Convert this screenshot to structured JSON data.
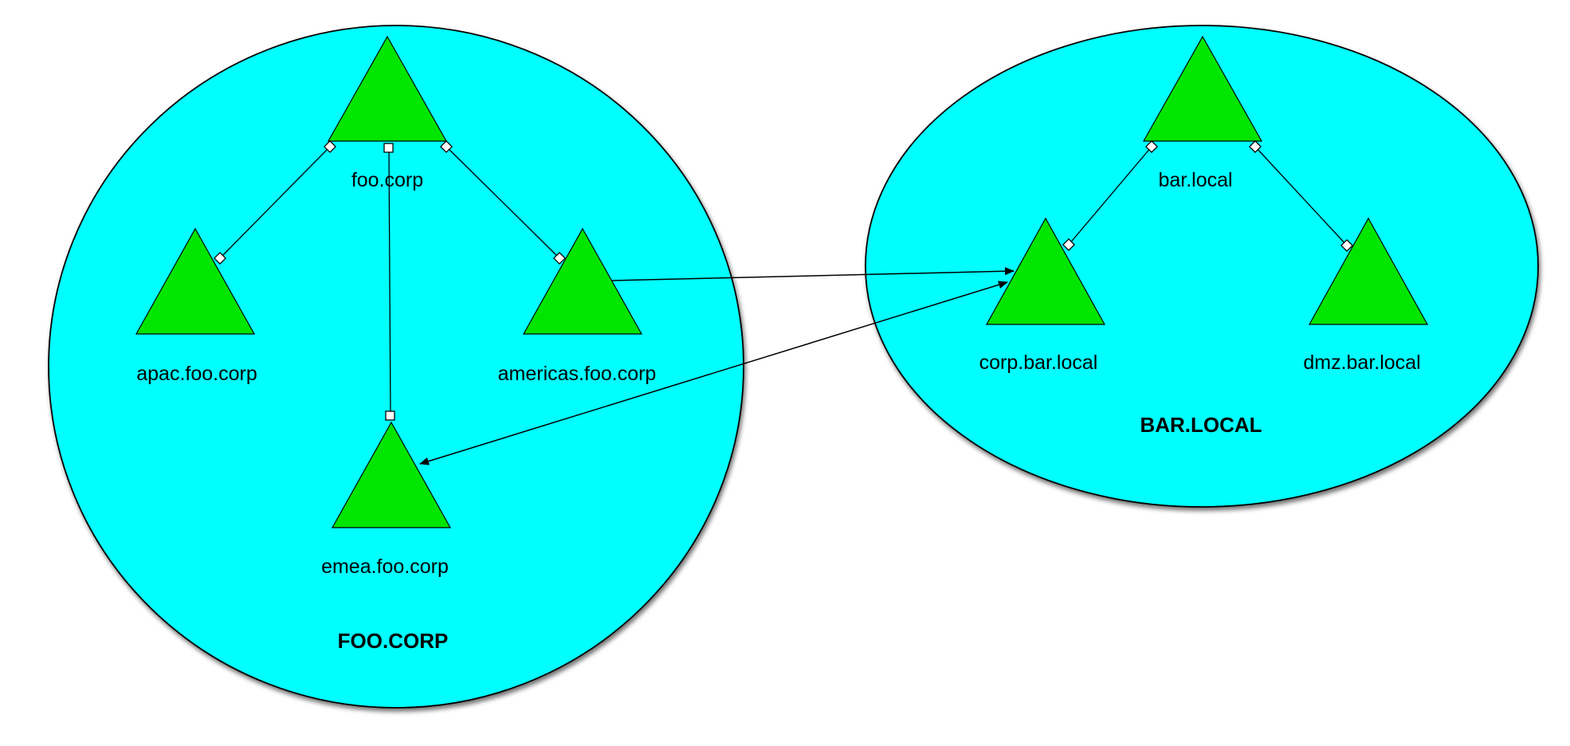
{
  "colors": {
    "forest_fill": "#00ffff",
    "domain_fill": "#00e600",
    "outline": "#000000",
    "background": "#ffffff"
  },
  "forests": {
    "foo": {
      "label": "FOO.CORP"
    },
    "bar": {
      "label": "BAR.LOCAL"
    }
  },
  "domains": {
    "foo_corp": {
      "label": "foo.corp"
    },
    "apac_foo_corp": {
      "label": "apac.foo.corp"
    },
    "americas_foo_corp": {
      "label": "americas.foo.corp"
    },
    "emea_foo_corp": {
      "label": "emea.foo.corp"
    },
    "bar_local": {
      "label": "bar.local"
    },
    "corp_bar_local": {
      "label": "corp.bar.local"
    },
    "dmz_bar_local": {
      "label": "dmz.bar.local"
    }
  }
}
